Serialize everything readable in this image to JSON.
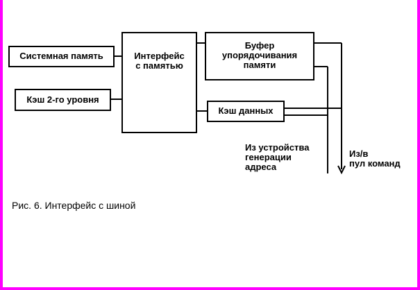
{
  "diagram": {
    "boxes": {
      "system_memory": "Системная память",
      "l2_cache": "Кэш 2-го уровня",
      "memory_interface": [
        "Интерфейс",
        "с памятью"
      ],
      "ordering_buffer": [
        "Буфер",
        "упорядочивания",
        "памяти"
      ],
      "data_cache": "Кэш данных"
    },
    "labels": {
      "address_generation": [
        "Из устройства",
        "генерации",
        "адреса"
      ],
      "command_pool": [
        "Из/в",
        "пул команд"
      ]
    },
    "caption": "Рис. 6. Интерфейс с шиной"
  },
  "colors": {
    "border": "#ff00ff",
    "line": "#000000",
    "background": "#ffffff"
  }
}
